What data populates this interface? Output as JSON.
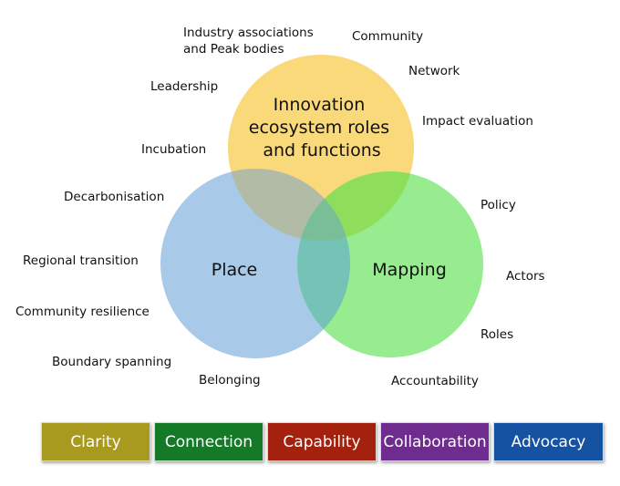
{
  "circles": {
    "innovation": {
      "lines": [
        "Innovation",
        "ecosystem roles",
        "and functions"
      ],
      "color": "#FAD97A"
    },
    "place": {
      "label": "Place",
      "color": "#A9C9E8"
    },
    "mapping": {
      "label": "Mapping",
      "color": "#97EC8F"
    },
    "overlap_colors": {
      "innovation_place": "#B2BBA6",
      "innovation_mapping": "#8FDE5B",
      "place_mapping": "#74C3B6",
      "center": "#78BF97"
    }
  },
  "terms": {
    "industry_associations": [
      "Industry associations",
      "and Peak bodies"
    ],
    "community": "Community",
    "leadership": "Leadership",
    "network": "Network",
    "impact_evaluation": "Impact evaluation",
    "incubation": "Incubation",
    "decarbonisation": "Decarbonisation",
    "policy": "Policy",
    "regional_transition": "Regional transition",
    "actors": "Actors",
    "community_resilience": "Community resilience",
    "roles": "Roles",
    "boundary_spanning": "Boundary spanning",
    "belonging": "Belonging",
    "accountability": "Accountability"
  },
  "pillars": [
    {
      "label": "Clarity",
      "color": "#A79A1E"
    },
    {
      "label": "Connection",
      "color": "#157A27"
    },
    {
      "label": "Capability",
      "color": "#A3210D"
    },
    {
      "label": "Collaboration",
      "color": "#6E2D8E"
    },
    {
      "label": "Advocacy",
      "color": "#1553A2"
    }
  ]
}
